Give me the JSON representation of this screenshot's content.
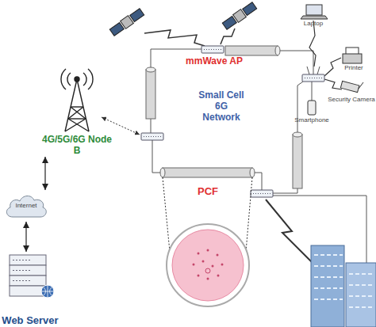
{
  "diagram": {
    "nodes": [
      {
        "text": [
          "Laptop"
        ]
      },
      {
        "text": [
          "mmWave AP"
        ]
      },
      {
        "text": [
          "Printer"
        ]
      },
      {
        "text": [
          "Security Camera"
        ]
      },
      {
        "text": [
          "Smartphone"
        ]
      },
      {
        "text": [
          "4G/5G/6G Node B"
        ]
      },
      {
        "text": [
          "Internet"
        ]
      },
      {
        "text": [
          "Web Server"
        ]
      }
    ],
    "edges": [
      {
        "from": 5,
        "to": 6,
        "arrow": "both"
      },
      {
        "from": 6,
        "to": 7,
        "arrow": "both"
      }
    ],
    "labels": [
      "Small Cell 6G Network",
      "PCF"
    ]
  }
}
